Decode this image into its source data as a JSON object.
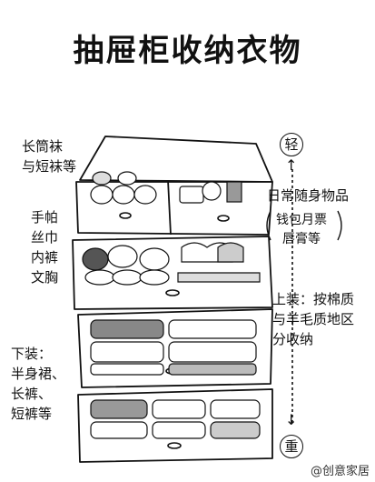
{
  "title": "抽屉柜收纳衣物",
  "labels": {
    "socks": [
      "长筒袜",
      "与短袜等"
    ],
    "small_items": [
      "手帕",
      "丝巾",
      "内裤",
      "文胸"
    ],
    "daily": "日常随身物品",
    "daily_examples": [
      "钱包月票",
      "唇膏等"
    ],
    "tops": [
      "上装：按棉质",
      "与羊毛质地区",
      "分收纳"
    ],
    "bottoms": [
      "下装：",
      "半身裙、",
      "长裤、",
      "短裤等"
    ]
  },
  "scale": {
    "light": "轻",
    "heavy": "重",
    "arrow_up": "↑",
    "arrow_down": "↓"
  },
  "watermark": "@创意家居"
}
